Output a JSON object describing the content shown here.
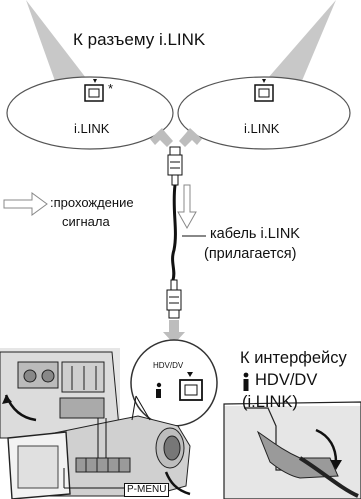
{
  "header_label": "К разъему i.LINK",
  "left_port": {
    "label": "i.LINK",
    "footnote_mark": "*",
    "icon": "ilink-port-icon"
  },
  "right_port": {
    "label": "i.LINK",
    "icon": "ilink-port-icon"
  },
  "signal_legend": {
    "line1": ":прохождение",
    "line2": "сигнала",
    "icon": "hollow-arrow-icon"
  },
  "cable": {
    "line1": "кабель i.LINK",
    "line2": "(прилагается)"
  },
  "camera_port": {
    "small_label": "HDV/DV",
    "icon": "ilink-port-icon"
  },
  "interface_label": {
    "line1": "К интерфейсу",
    "line2": "HDV/DV",
    "line3": "(i.LINK)",
    "icon": "ilink-symbol-icon"
  },
  "button_tag": "P-MENU",
  "colors": {
    "oval_fill": "#ffffff",
    "arrow_gray": "#bdbdbd",
    "camera_gray": "#d9d9d9"
  }
}
